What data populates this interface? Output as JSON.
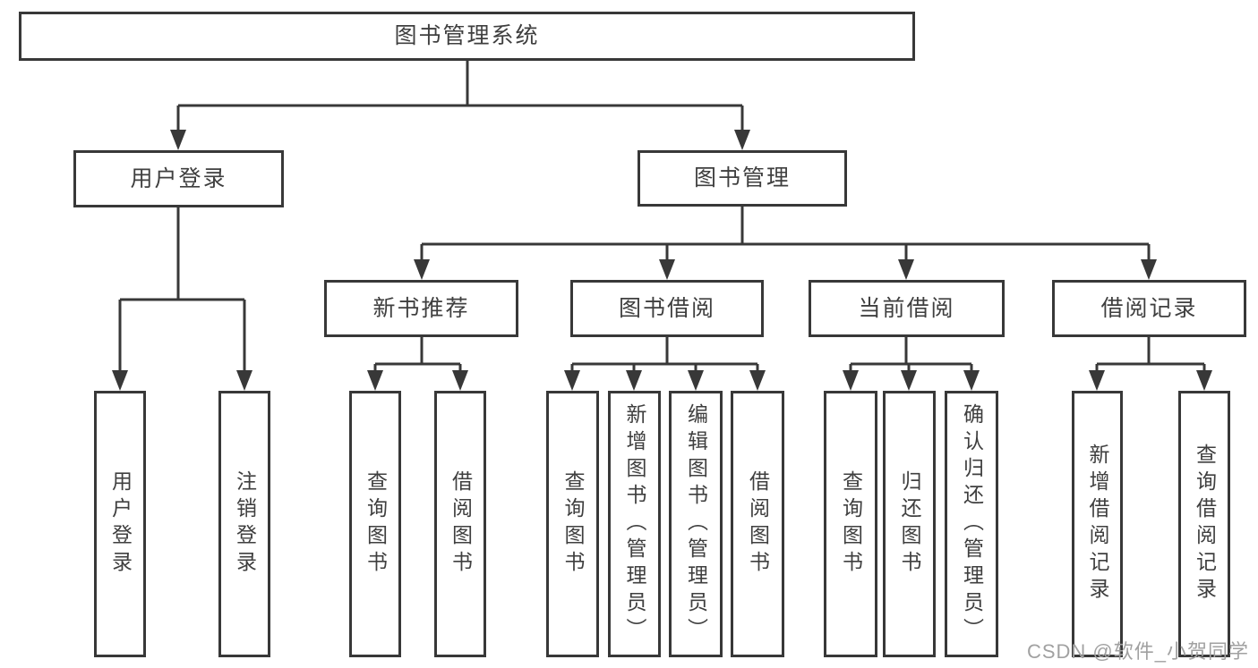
{
  "colors": {
    "line": "#383838",
    "text": "#3f3f3f",
    "background": "#ffffff",
    "watermark": "#a1a1a1"
  },
  "watermark": {
    "text": "CSDN @软件_小贺同学"
  },
  "diagram": {
    "root": {
      "label": "图书管理系统"
    },
    "login": {
      "label": "用户登录",
      "children": [
        {
          "label": "用户登录"
        },
        {
          "label": "注销登录"
        }
      ]
    },
    "mgmt": {
      "label": "图书管理",
      "groups": [
        {
          "label": "新书推荐",
          "children": [
            {
              "label": "查询图书"
            },
            {
              "label": "借阅图书"
            }
          ]
        },
        {
          "label": "图书借阅",
          "children": [
            {
              "label": "查询图书"
            },
            {
              "label": "新增图书（管理员）"
            },
            {
              "label": "编辑图书（管理员）"
            },
            {
              "label": "借阅图书"
            }
          ]
        },
        {
          "label": "当前借阅",
          "children": [
            {
              "label": "查询图书"
            },
            {
              "label": "归还图书"
            },
            {
              "label": "确认归还（管理员）"
            }
          ]
        },
        {
          "label": "借阅记录",
          "children": [
            {
              "label": "新增借阅记录"
            },
            {
              "label": "查询借阅记录"
            }
          ]
        }
      ]
    }
  }
}
